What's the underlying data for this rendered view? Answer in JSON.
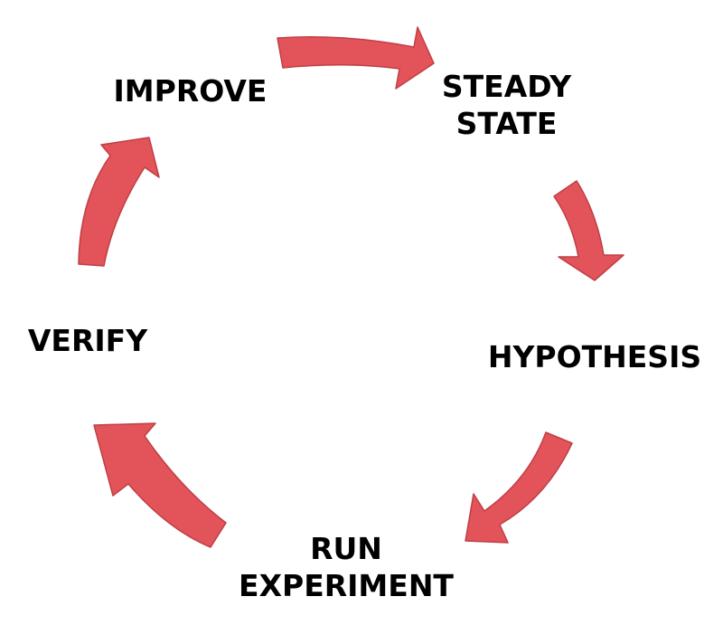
{
  "diagram": {
    "arrow_color": "#e2535a",
    "arrow_outline": "#bf3f45",
    "stages": [
      {
        "id": "steady",
        "lines": [
          "STEADY",
          "STATE"
        ]
      },
      {
        "id": "hypothesis",
        "lines": [
          "HYPOTHESIS"
        ]
      },
      {
        "id": "run",
        "lines": [
          "RUN",
          "EXPERIMENT"
        ]
      },
      {
        "id": "verify",
        "lines": [
          "VERIFY"
        ]
      },
      {
        "id": "improve",
        "lines": [
          "IMPROVE"
        ]
      }
    ]
  }
}
